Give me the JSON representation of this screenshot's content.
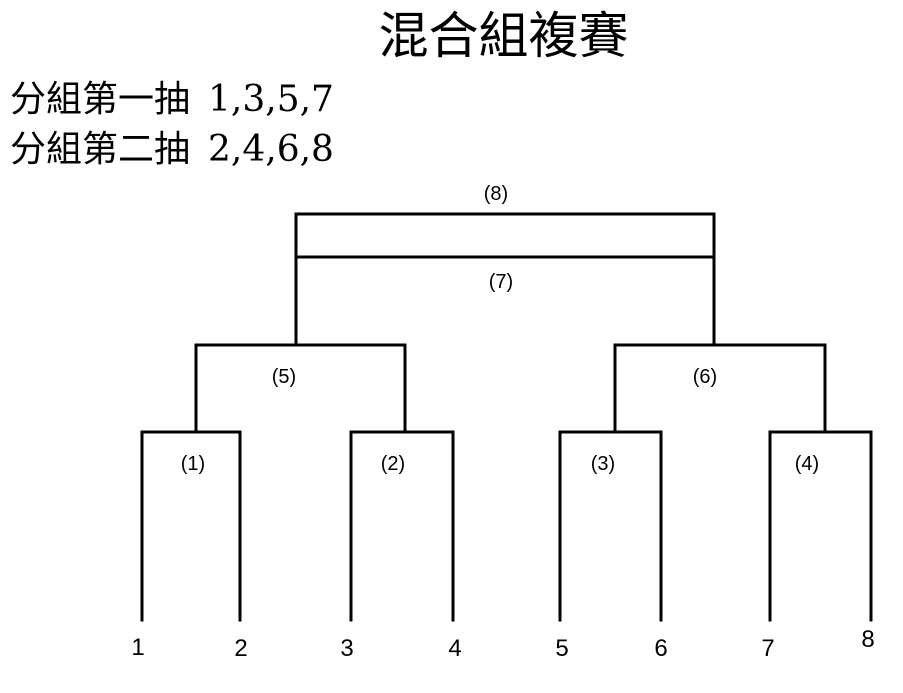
{
  "title": "混合組複賽",
  "draws": [
    {
      "label": "分組第一抽",
      "numbers": "1,3,5,7"
    },
    {
      "label": "分組第二抽",
      "numbers": "2,4,6,8"
    }
  ],
  "bracket": {
    "players": [
      "1",
      "2",
      "3",
      "4",
      "5",
      "6",
      "7",
      "8"
    ],
    "matches": {
      "m1": "(1)",
      "m2": "(2)",
      "m3": "(3)",
      "m4": "(4)",
      "m5": "(5)",
      "m6": "(6)",
      "m7": "(7)",
      "m8": "(8)"
    }
  }
}
